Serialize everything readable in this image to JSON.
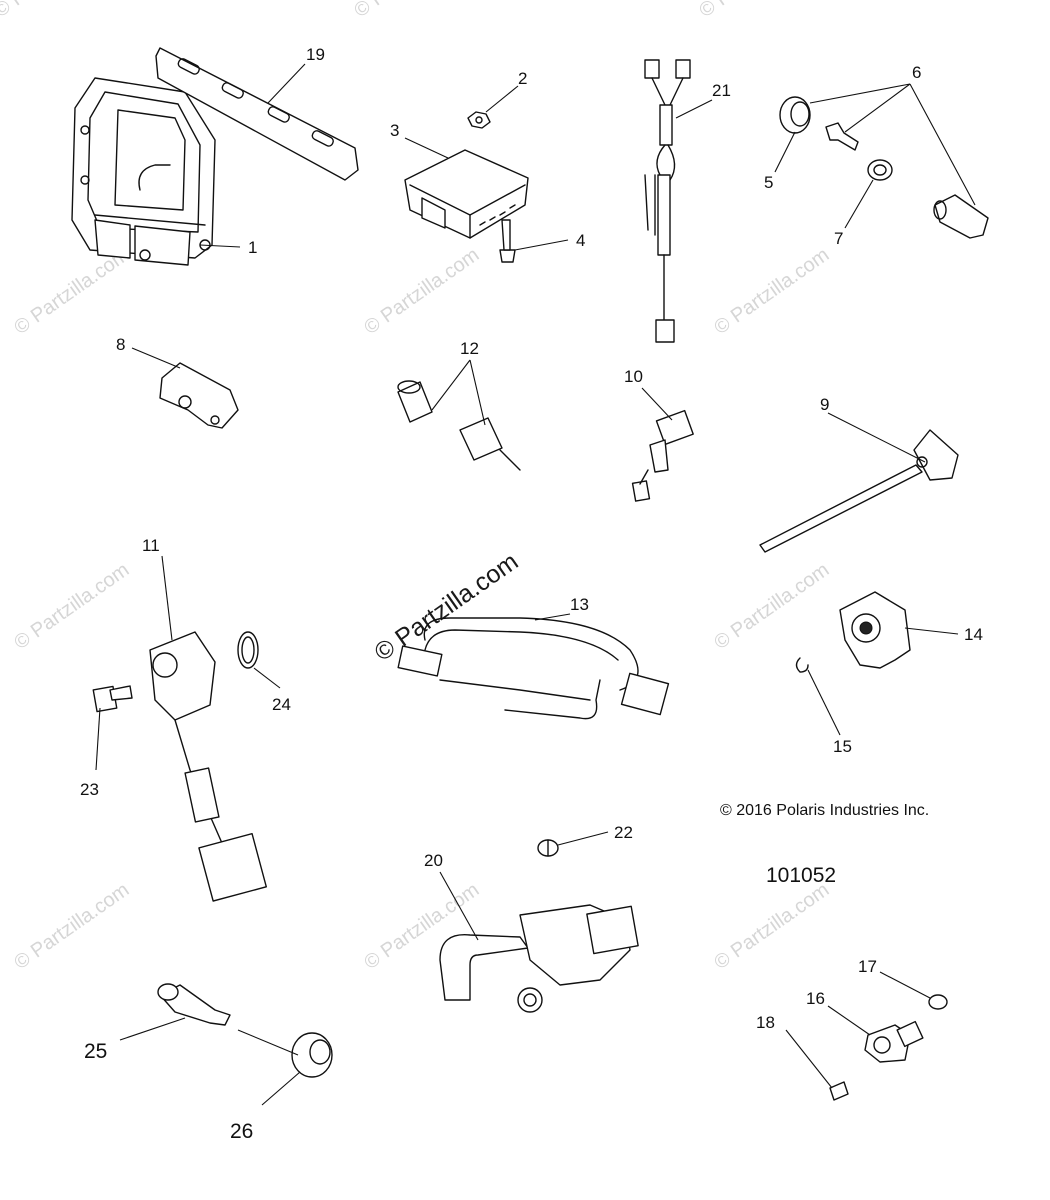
{
  "watermark": {
    "text": "© Partzilla.com",
    "center_text": "© Partzilla.com"
  },
  "copyright": "© 2016 Polaris Industries Inc.",
  "figure_number": "101052",
  "callouts": {
    "c1": "1",
    "c2": "2",
    "c3": "3",
    "c4": "4",
    "c5": "5",
    "c6": "6",
    "c7": "7",
    "c8": "8",
    "c9": "9",
    "c10": "10",
    "c11": "11",
    "c12": "12",
    "c13": "13",
    "c14": "14",
    "c15": "15",
    "c16": "16",
    "c17": "17",
    "c18": "18",
    "c19": "19",
    "c20": "20",
    "c21": "21",
    "c22": "22",
    "c23": "23",
    "c24": "24",
    "c25": "25",
    "c26": "26"
  }
}
